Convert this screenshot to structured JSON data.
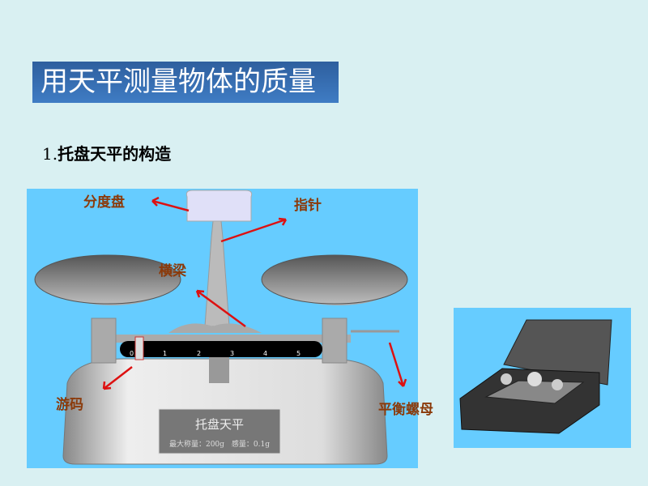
{
  "title": "用天平测量物体的质量",
  "subtitle": {
    "number": "1.",
    "text": "托盘天平的构造"
  },
  "balance": {
    "labels": {
      "dial": "分度盘",
      "pointer": "指针",
      "beam": "横梁",
      "rider": "游码",
      "nut": "平衡螺母"
    },
    "plate": {
      "name": "托盘天平",
      "spec": "最大称量：200g　感量：0.1g"
    },
    "scale_ticks": [
      "0",
      "1",
      "2",
      "3",
      "4",
      "5"
    ]
  },
  "colors": {
    "bg": "#d9f0f2",
    "title_bg": "#3a6fb3",
    "image_bg": "#66ccff",
    "label": "#8b3a0a",
    "arrow": "#dd1111"
  }
}
